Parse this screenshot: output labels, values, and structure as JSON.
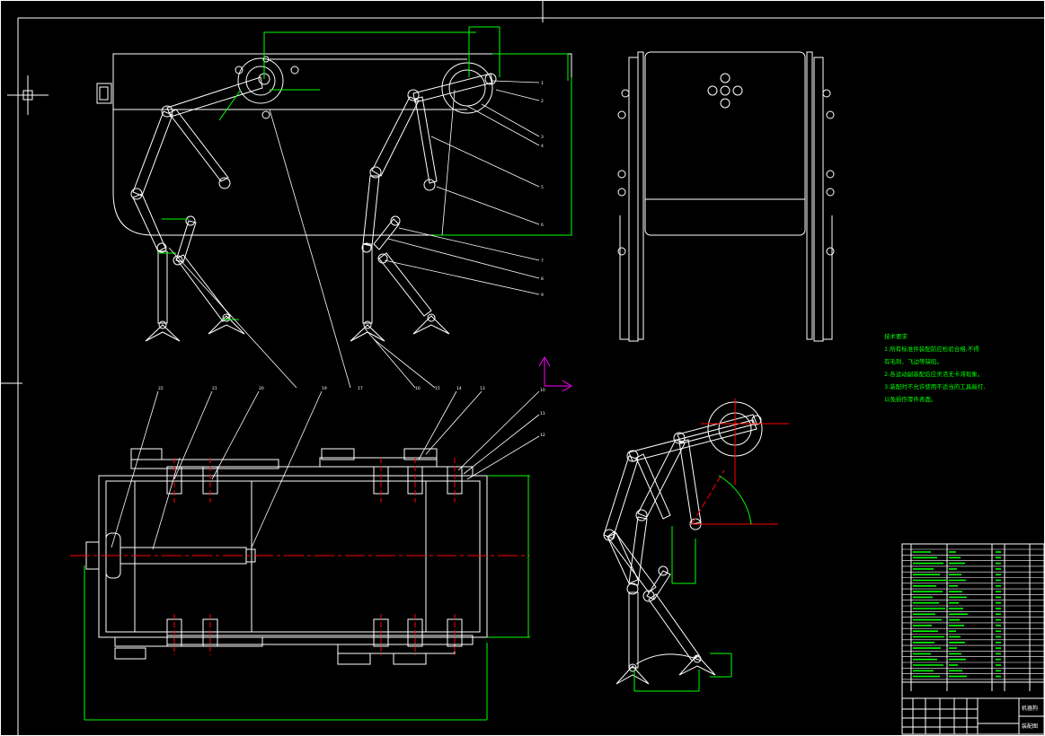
{
  "app": "CAD drawing sheet",
  "colors": {
    "background": "#000000",
    "outline": "#ffffff",
    "dimension": "#00ff00",
    "centerline": "#ff0000",
    "ucs_x": "#ff00ff",
    "crosshair": "#ffffff"
  },
  "notes": {
    "title": "技术要求",
    "items": [
      "1.所有标准件装配前应检验合格,不得",
      "有毛刺、飞边等缺陷。",
      "2.各运动副装配后应灵活无卡滞现象。",
      "3.装配时不允许使用不适当的工具敲打,",
      "以免损伤零件表面。"
    ]
  },
  "leaders_right": [
    "1",
    "2",
    "3",
    "4",
    "5",
    "6",
    "7",
    "8",
    "9"
  ],
  "leaders_mid": [
    "22",
    "21",
    "20",
    "19",
    "17",
    "16",
    "15",
    "14",
    "13"
  ],
  "leaders_plan": [
    "10",
    "11",
    "12"
  ],
  "title_block": {
    "name": "机器狗",
    "sub": "装配图"
  }
}
